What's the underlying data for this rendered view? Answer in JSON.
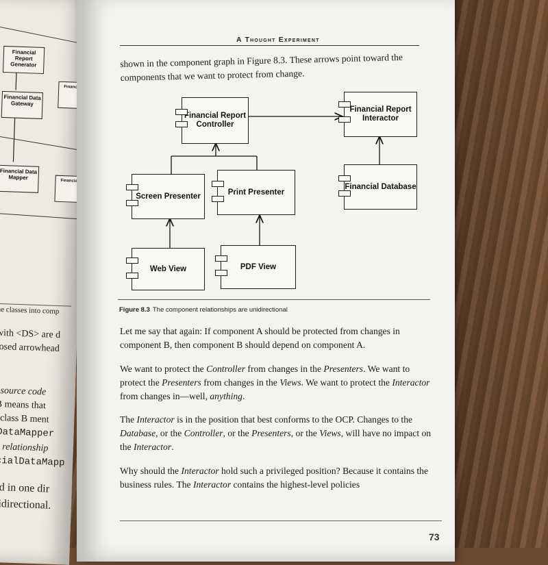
{
  "left_page": {
    "boxes": [
      "Financial Report Generator",
      "Financial Data Gateway",
      "Financial Data Mapper"
    ],
    "side_boxes": [
      "Financial",
      "Financial"
    ],
    "text_lines": [
      "ating the classes into comp",
      "rked with <DS> are d",
      "ps. Closed arrowhead",
      "es are source code",
      "class B means that",
      "B, but class B ment",
      "cialDataMapper",
      "ements relationship",
      "inancialDataMapp",
      "crossed in one dir",
      "are unidirectional."
    ]
  },
  "header": "A Thought Experiment",
  "intro_text": "shown in the component graph in Figure 8.3. These arrows point toward the components that we want to protect from change.",
  "figure": {
    "components": {
      "controller": "Financial Report Controller",
      "interactor": "Financial Report Interactor",
      "screen_presenter": "Screen Presenter",
      "print_presenter": "Print Presenter",
      "database": "Financial Database",
      "web_view": "Web View",
      "pdf_view": "PDF View"
    },
    "caption_label": "Figure 8.3",
    "caption_text": "The component relationships are unidirectional"
  },
  "paragraphs": {
    "p1": "Let me say that again: If component A should be protected from changes in component B, then component B should depend on component A.",
    "p2_parts": [
      "We want to protect the ",
      "Controller",
      " from changes in the ",
      "Presenters",
      ". We want to protect the ",
      "Presenters",
      " from changes in the ",
      "Views",
      ". We want to protect the ",
      "Interactor",
      " from changes in—well, ",
      "anything",
      "."
    ],
    "p3_parts": [
      "The ",
      "Interactor",
      " is in the position that best conforms to the OCP. Changes to the ",
      "Database",
      ", or the ",
      "Controller",
      ", or the ",
      "Presenters",
      ", or the ",
      "Views",
      ", will have no impact on the ",
      "Interactor",
      "."
    ],
    "p4_parts": [
      "Why should the ",
      "Interactor",
      " hold such a privileged position? Because it contains the business rules. The ",
      "Interactor",
      " contains the highest-level policies"
    ]
  },
  "page_number": "73"
}
